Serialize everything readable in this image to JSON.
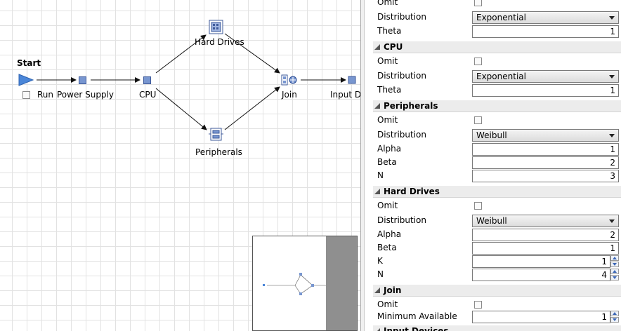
{
  "canvas": {
    "start_label": "Start",
    "run_label": "Run",
    "nodes": {
      "power_supply": "Power Supply",
      "cpu": "CPU",
      "hard_drives": "Hard Drives",
      "peripherals": "Peripherals",
      "join": "Join",
      "input_d": "Input D"
    }
  },
  "panel": {
    "top": {
      "omit": "Omit",
      "distribution": "Distribution",
      "distribution_value": "Exponential",
      "theta": "Theta",
      "theta_value": "1"
    },
    "cpu": {
      "title": "CPU",
      "omit": "Omit",
      "distribution": "Distribution",
      "distribution_value": "Exponential",
      "theta": "Theta",
      "theta_value": "1"
    },
    "peripherals": {
      "title": "Peripherals",
      "omit": "Omit",
      "distribution": "Distribution",
      "distribution_value": "Weibull",
      "alpha": "Alpha",
      "alpha_value": "1",
      "beta": "Beta",
      "beta_value": "2",
      "n": "N",
      "n_value": "3"
    },
    "hard_drives": {
      "title": "Hard Drives",
      "omit": "Omit",
      "distribution": "Distribution",
      "distribution_value": "Weibull",
      "alpha": "Alpha",
      "alpha_value": "2",
      "beta": "Beta",
      "beta_value": "1",
      "k": "K",
      "k_value": "1",
      "n": "N",
      "n_value": "4"
    },
    "join": {
      "title": "Join",
      "omit": "Omit",
      "min_available": "Minimum Available",
      "min_available_value": "1"
    },
    "next_title": "Input Devices"
  },
  "colors": {
    "node_fill": "#7896d0",
    "start_arrow": "#4a86d8",
    "section_bg": "#ececec"
  },
  "icons": [
    "play-icon",
    "checkbox-icon",
    "grid-icon",
    "parallel-icon",
    "join-icon",
    "dropdown-arrow-icon",
    "spin-up-icon",
    "spin-down-icon",
    "collapse-triangle-icon"
  ]
}
